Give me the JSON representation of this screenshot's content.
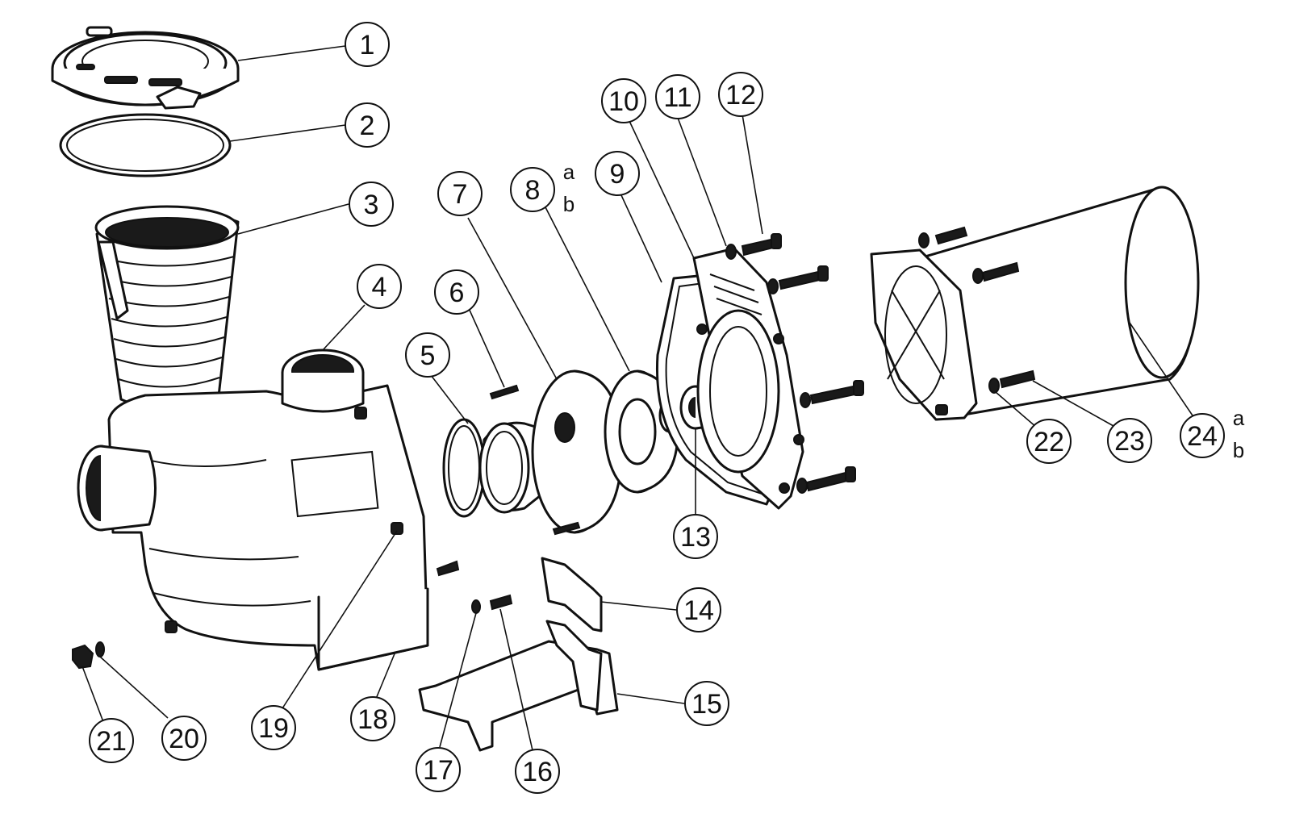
{
  "callouts": [
    {
      "id": "1",
      "label": "1"
    },
    {
      "id": "2",
      "label": "2"
    },
    {
      "id": "3",
      "label": "3"
    },
    {
      "id": "4",
      "label": "4"
    },
    {
      "id": "5",
      "label": "5"
    },
    {
      "id": "6",
      "label": "6"
    },
    {
      "id": "7",
      "label": "7"
    },
    {
      "id": "8",
      "label": "8",
      "sub": [
        "a",
        "b"
      ]
    },
    {
      "id": "9",
      "label": "9"
    },
    {
      "id": "10",
      "label": "10"
    },
    {
      "id": "11",
      "label": "11"
    },
    {
      "id": "12",
      "label": "12"
    },
    {
      "id": "13",
      "label": "13"
    },
    {
      "id": "14",
      "label": "14"
    },
    {
      "id": "15",
      "label": "15"
    },
    {
      "id": "16",
      "label": "16"
    },
    {
      "id": "17",
      "label": "17"
    },
    {
      "id": "18",
      "label": "18"
    },
    {
      "id": "19",
      "label": "19"
    },
    {
      "id": "20",
      "label": "20"
    },
    {
      "id": "21",
      "label": "21"
    },
    {
      "id": "22",
      "label": "22"
    },
    {
      "id": "23",
      "label": "23"
    },
    {
      "id": "24",
      "label": "24",
      "sub": [
        "a",
        "b"
      ]
    }
  ]
}
